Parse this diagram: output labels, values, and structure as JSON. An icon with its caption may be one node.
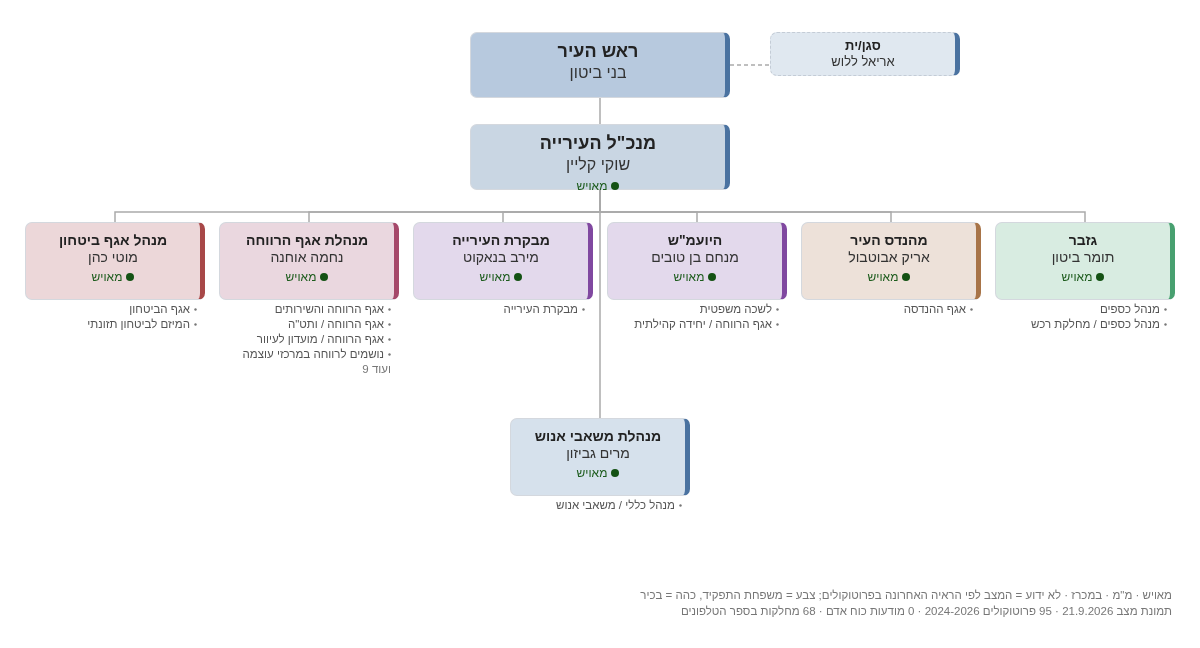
{
  "diagram": {
    "nodes": [
      {
        "text": [
          "ראש העיר",
          "בני ביטון"
        ]
      },
      {
        "text": [
          "סגן/ית",
          "אריאל ללוש"
        ]
      },
      {
        "text": [
          "מנכ\"ל העירייה",
          "שוקי קליין",
          "מאויש"
        ]
      },
      {
        "text": [
          "גזבר",
          "תומר ביטון",
          "מאויש"
        ],
        "beside": [
          "מנהל כספים",
          "מנהל כספים / מחלקת רכש"
        ]
      },
      {
        "text": [
          "מהנדס העיר",
          "אריק אבוטבול",
          "מאויש"
        ],
        "beside": [
          "אגף ההנדסה"
        ]
      },
      {
        "text": [
          "היועמ\"ש",
          "מנחם בן טובים",
          "מאויש"
        ],
        "beside": [
          "לשכה משפטית",
          "אגף הרווחה / יחידה קהילתית"
        ]
      },
      {
        "text": [
          "מבקרת העירייה",
          "מירב בנאקוט",
          "מאויש"
        ],
        "beside": [
          "מבקרת העירייה"
        ]
      },
      {
        "text": [
          "מנהלת אגף הרווחה",
          "נחמה אוחנה",
          "מאויש"
        ],
        "beside": [
          "אגף הרווחה והשירותים",
          "אגף הרווחה / ותט\"ה",
          "אגף הרווחה / מועדון לעיוור",
          "נושמים לרווחה במרכזי עוצמה",
          "ועוד 9"
        ]
      },
      {
        "text": [
          "מנהל אגף ביטחון",
          "מוטי כהן",
          "מאויש"
        ],
        "beside": [
          "אגף הביטחון",
          "המיזם לביטחון תזונתי"
        ]
      },
      {
        "text": [
          "מנהלת משאבי אנוש",
          "מרים גביזון",
          "מאויש"
        ],
        "beside": [
          "מנהל כללי / משאבי אנוש"
        ]
      }
    ],
    "edges": [
      {
        "from": 0,
        "to": 1,
        "arrow": "none",
        "style": "dashed"
      },
      {
        "from": 0,
        "to": 2,
        "arrow": "none"
      },
      {
        "from": 2,
        "to": 3,
        "arrow": "none"
      },
      {
        "from": 2,
        "to": 4,
        "arrow": "none"
      },
      {
        "from": 2,
        "to": 5,
        "arrow": "none"
      },
      {
        "from": 2,
        "to": 6,
        "arrow": "none"
      },
      {
        "from": 2,
        "to": 7,
        "arrow": "none"
      },
      {
        "from": 2,
        "to": 8,
        "arrow": "none"
      },
      {
        "from": 2,
        "to": 9,
        "arrow": "none"
      }
    ],
    "labels": [
      "מאויש · מ\"מ · במכרז · לא ידוע = המצב לפי הראיה האחרונה בפרוטוקולים; צבע = משפחת התפקיד, כהה = בכיר",
      "תמונת מצב 21.9.2026 · 95 פרוטוקולים 2024-2026 · 0 מודעות כוח אדם · 68 מחלקות בספר הטלפונים"
    ]
  }
}
